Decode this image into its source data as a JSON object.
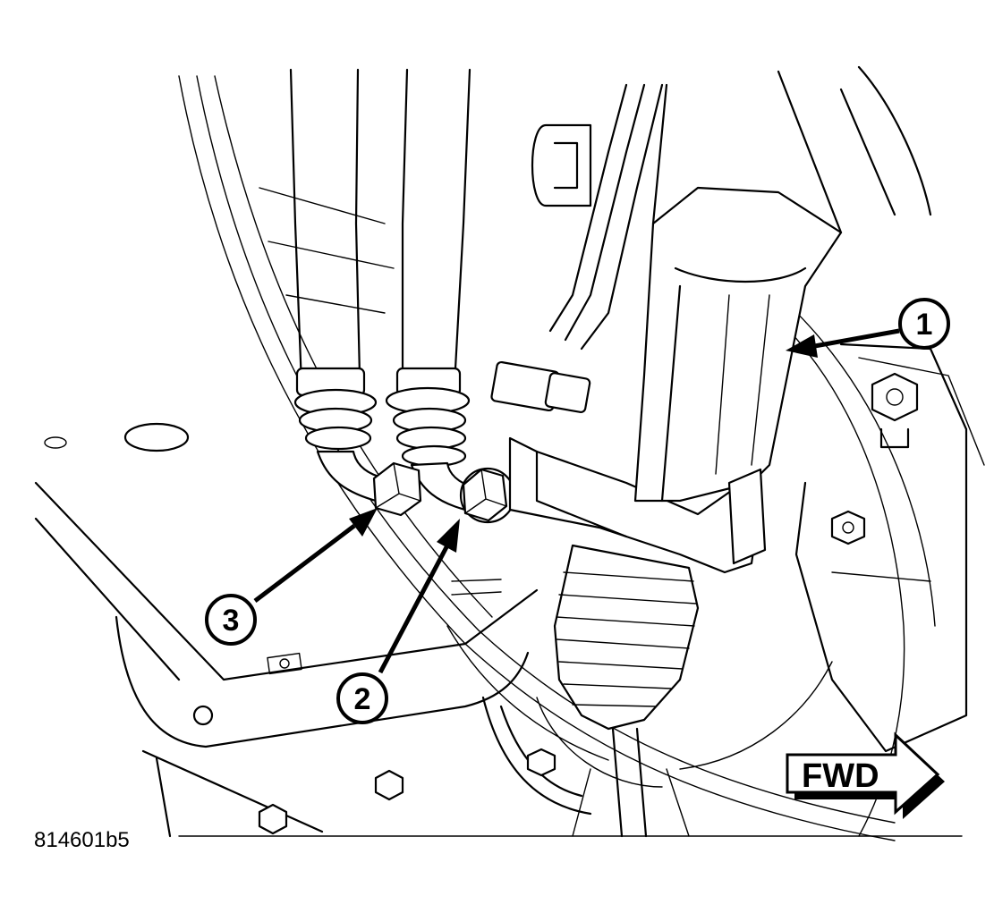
{
  "callouts": [
    {
      "id": "1",
      "label": "1"
    },
    {
      "id": "2",
      "label": "2"
    },
    {
      "id": "3",
      "label": "3"
    }
  ],
  "direction_label": "FWD",
  "figure_id": "814601b5"
}
